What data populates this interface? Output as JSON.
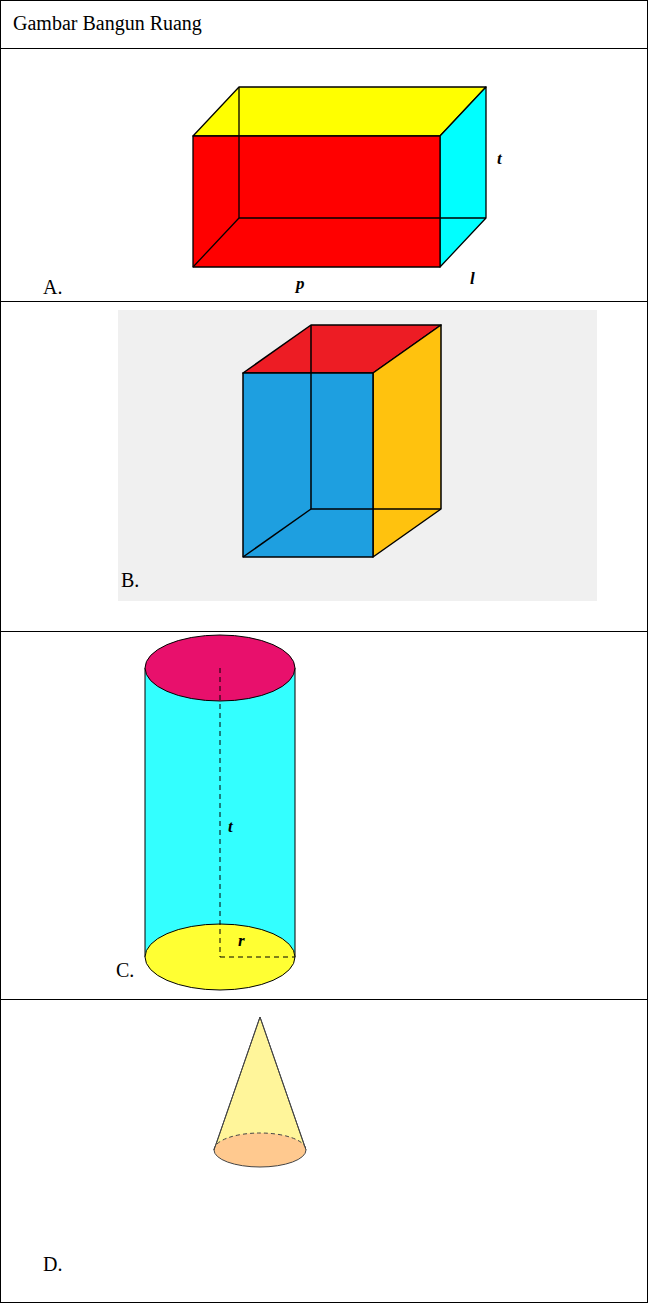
{
  "diagram": {
    "nodes": [
      {
        "text": [
          "Gambar Bangun Ruang"
        ]
      },
      {
        "text": [
          "A."
        ]
      },
      {
        "text": [
          "B."
        ]
      },
      {
        "text": [
          "C."
        ]
      },
      {
        "text": [
          "D."
        ]
      }
    ],
    "labels": [
      "t",
      "l",
      "p",
      "t",
      "r"
    ]
  }
}
